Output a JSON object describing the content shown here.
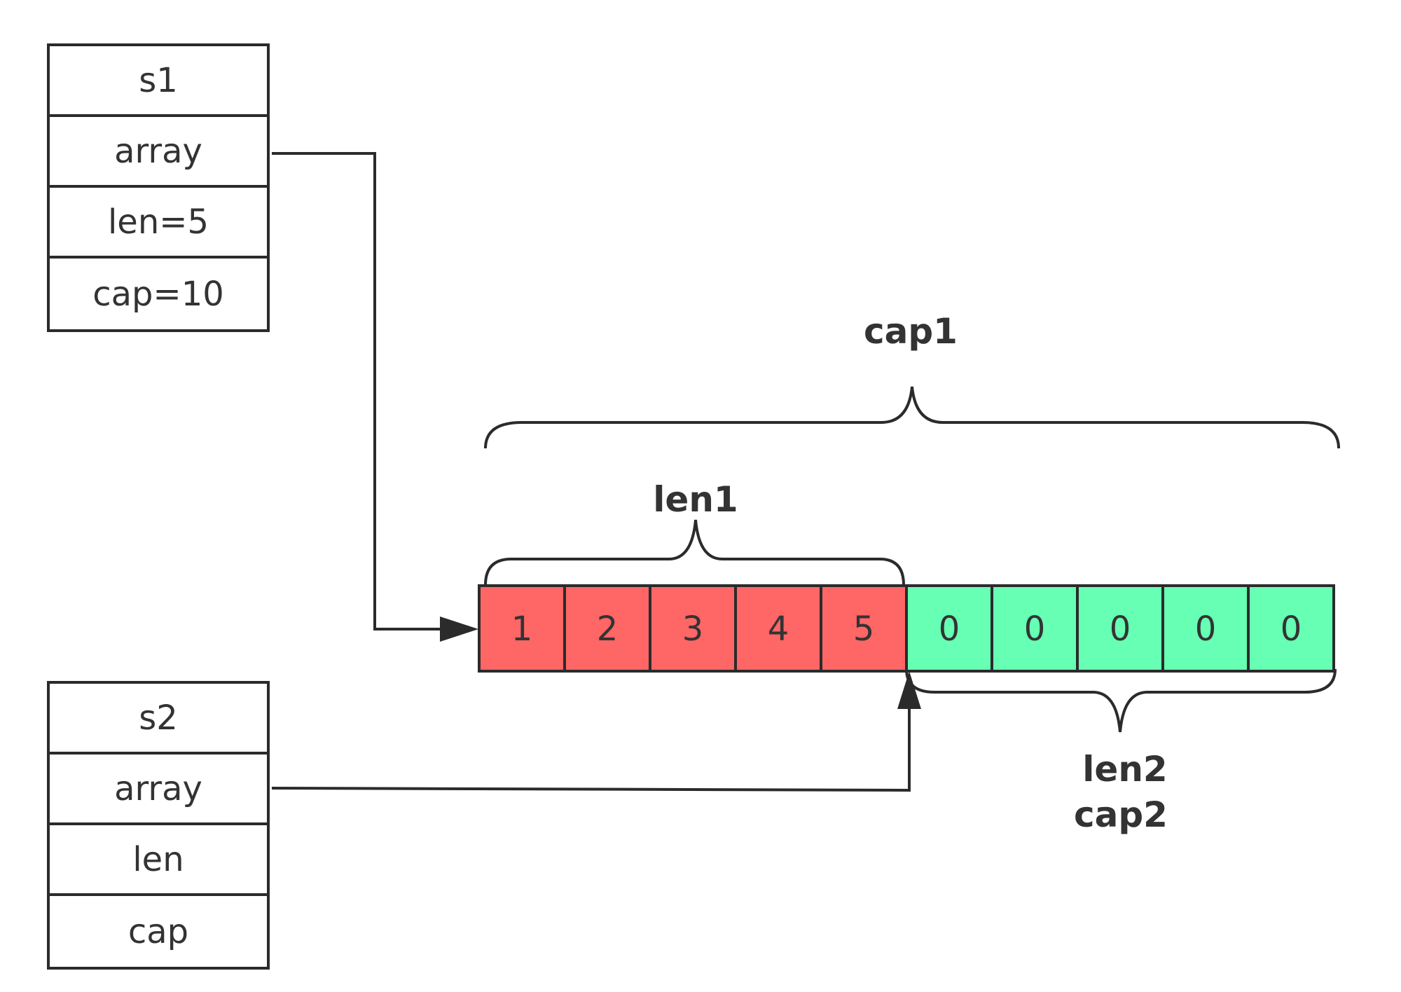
{
  "structs": [
    {
      "id": "s1",
      "fields": [
        "s1",
        "array",
        "len=5",
        "cap=10"
      ]
    },
    {
      "id": "s2",
      "fields": [
        "s2",
        "array",
        "len",
        "cap"
      ]
    }
  ],
  "array": {
    "cells": [
      "1",
      "2",
      "3",
      "4",
      "5",
      "0",
      "0",
      "0",
      "0",
      "0"
    ],
    "filled_count": 5,
    "colors": {
      "filled": "#ff6666",
      "empty": "#66ffb3",
      "stroke": "#2b2b2b"
    }
  },
  "braces": {
    "cap1": "cap1",
    "len1": "len1",
    "len2": "len2",
    "cap2": "cap2"
  }
}
